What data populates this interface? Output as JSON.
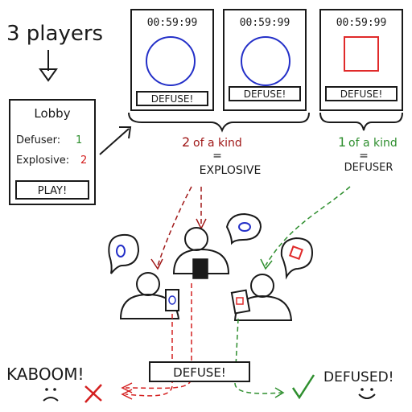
{
  "title": "3 players",
  "lobby": {
    "heading": "Lobby",
    "defuser_label": "Defuser:",
    "defuser_count": "1",
    "explosive_label": "Explosive:",
    "explosive_count": "2",
    "play_button": "PLAY!"
  },
  "phones": [
    {
      "timer": "00:59:99",
      "symbol": "circle",
      "symbol_color": "#2430c8",
      "button": "DEFUSE!"
    },
    {
      "timer": "00:59:99",
      "symbol": "circle",
      "symbol_color": "#2430c8",
      "button": "DEFUSE!"
    },
    {
      "timer": "00:59:99",
      "symbol": "square",
      "symbol_color": "#e02a2a",
      "button": "DEFUSE!"
    }
  ],
  "groups": {
    "explosive": {
      "count": "2",
      "rule": "of a kind",
      "equals": "=",
      "result": "EXPLOSIVE",
      "color": "#a01818"
    },
    "defuser": {
      "count": "1",
      "rule": "of a kind",
      "equals": "=",
      "result": "DEFUSER",
      "color": "#2f8f2f"
    }
  },
  "outcome": {
    "defuse_button": "DEFUSE!",
    "fail_text": "KABOOM!",
    "success_text": "DEFUSED!",
    "fail_color": "#d42020",
    "success_color": "#2f8f2f"
  },
  "colors": {
    "ink": "#1a1a1a",
    "blue": "#2430c8",
    "red": "#e02a2a",
    "dark_red": "#a01818",
    "green": "#2f8f2f"
  }
}
